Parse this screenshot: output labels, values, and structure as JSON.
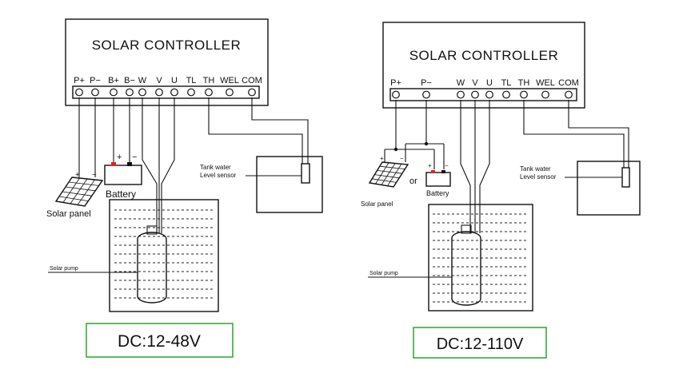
{
  "colors": {
    "voltage_box_border": "#3aa83a",
    "battery_terminal": "#d6262a",
    "line": "#111111"
  },
  "left": {
    "controller_title": "SOLAR CONTROLLER",
    "terminals": [
      "P+",
      "P−",
      "B+",
      "B−",
      "W",
      "V",
      "U",
      "TL",
      "TH",
      "WEL",
      "COM"
    ],
    "battery_plus": "+",
    "battery_minus": "−",
    "battery_label": "Battery",
    "panel_plus": "+",
    "panel_minus": "−",
    "panel_label": "Solar panel",
    "sensor_label_1": "Tank water",
    "sensor_label_2": "Level sensor",
    "pump_label": "Solar pump",
    "voltage": "DC:12-48V"
  },
  "right": {
    "controller_title": "SOLAR CONTROLLER",
    "terminals": [
      "P+",
      "P−",
      "W",
      "V",
      "U",
      "TL",
      "TH",
      "WEL",
      "COM"
    ],
    "panel_plus": "+",
    "panel_minus": "−",
    "panel_label": "Solar panel",
    "or_label": "or",
    "battery_plus": "+",
    "battery_minus": "−",
    "battery_label": "Battery",
    "sensor_label_1": "Tank water",
    "sensor_label_2": "Level sensor",
    "pump_label": "Solar pump",
    "voltage": "DC:12-110V"
  }
}
